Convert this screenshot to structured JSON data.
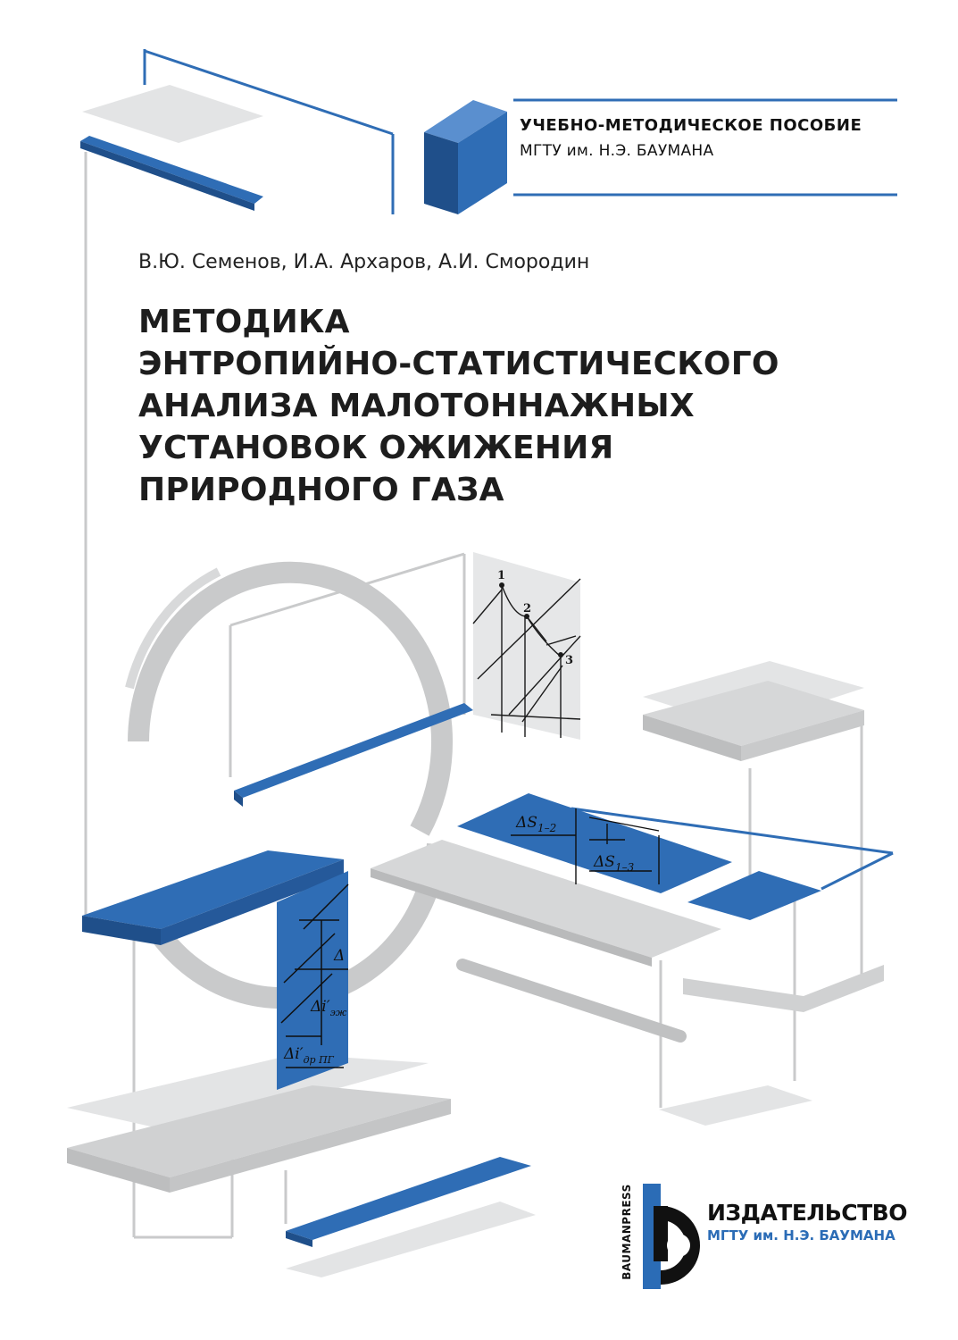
{
  "series": {
    "line1": "УЧЕБНО-МЕТОДИЧЕСКОЕ ПОСОБИЕ",
    "line2": "МГТУ им. Н.Э. БАУМАНА"
  },
  "authors": "В.Ю. Семенов, И.А. Архаров, А.И. Смородин",
  "title": {
    "lines": [
      "МЕТОДИКА",
      "ЭНТРОПИЙНО-СТАТИСТИЧЕСКОГО",
      "АНАЛИЗА МАЛОТОННАЖНЫХ",
      "УСТАНОВОК ОЖИЖЕНИЯ",
      "ПРИРОДНОГО ГАЗА"
    ]
  },
  "diagram_labels": {
    "point1": "1",
    "point2": "2",
    "point3": "3",
    "ds12_main": "ΔS",
    "ds12_sub": "1–2",
    "ds13_main": "ΔS",
    "ds13_sub": "1–3",
    "delta": "Δ",
    "di_zh_main": "Δi′",
    "di_zh_sub": "эж",
    "di_dr_main": "Δi′",
    "di_dr_sub": "др ПГ"
  },
  "publisher": {
    "vertical": "BAUMANPRESS",
    "line1": "ИЗДАТЕЛЬСТВО",
    "line2": "МГТУ им. Н.Э. БАУМАНА"
  },
  "colors": {
    "blue": "#2f6db5",
    "dark_blue": "#1f4f8a",
    "gray": "#c9cacb",
    "light_gray": "#e3e4e5"
  }
}
